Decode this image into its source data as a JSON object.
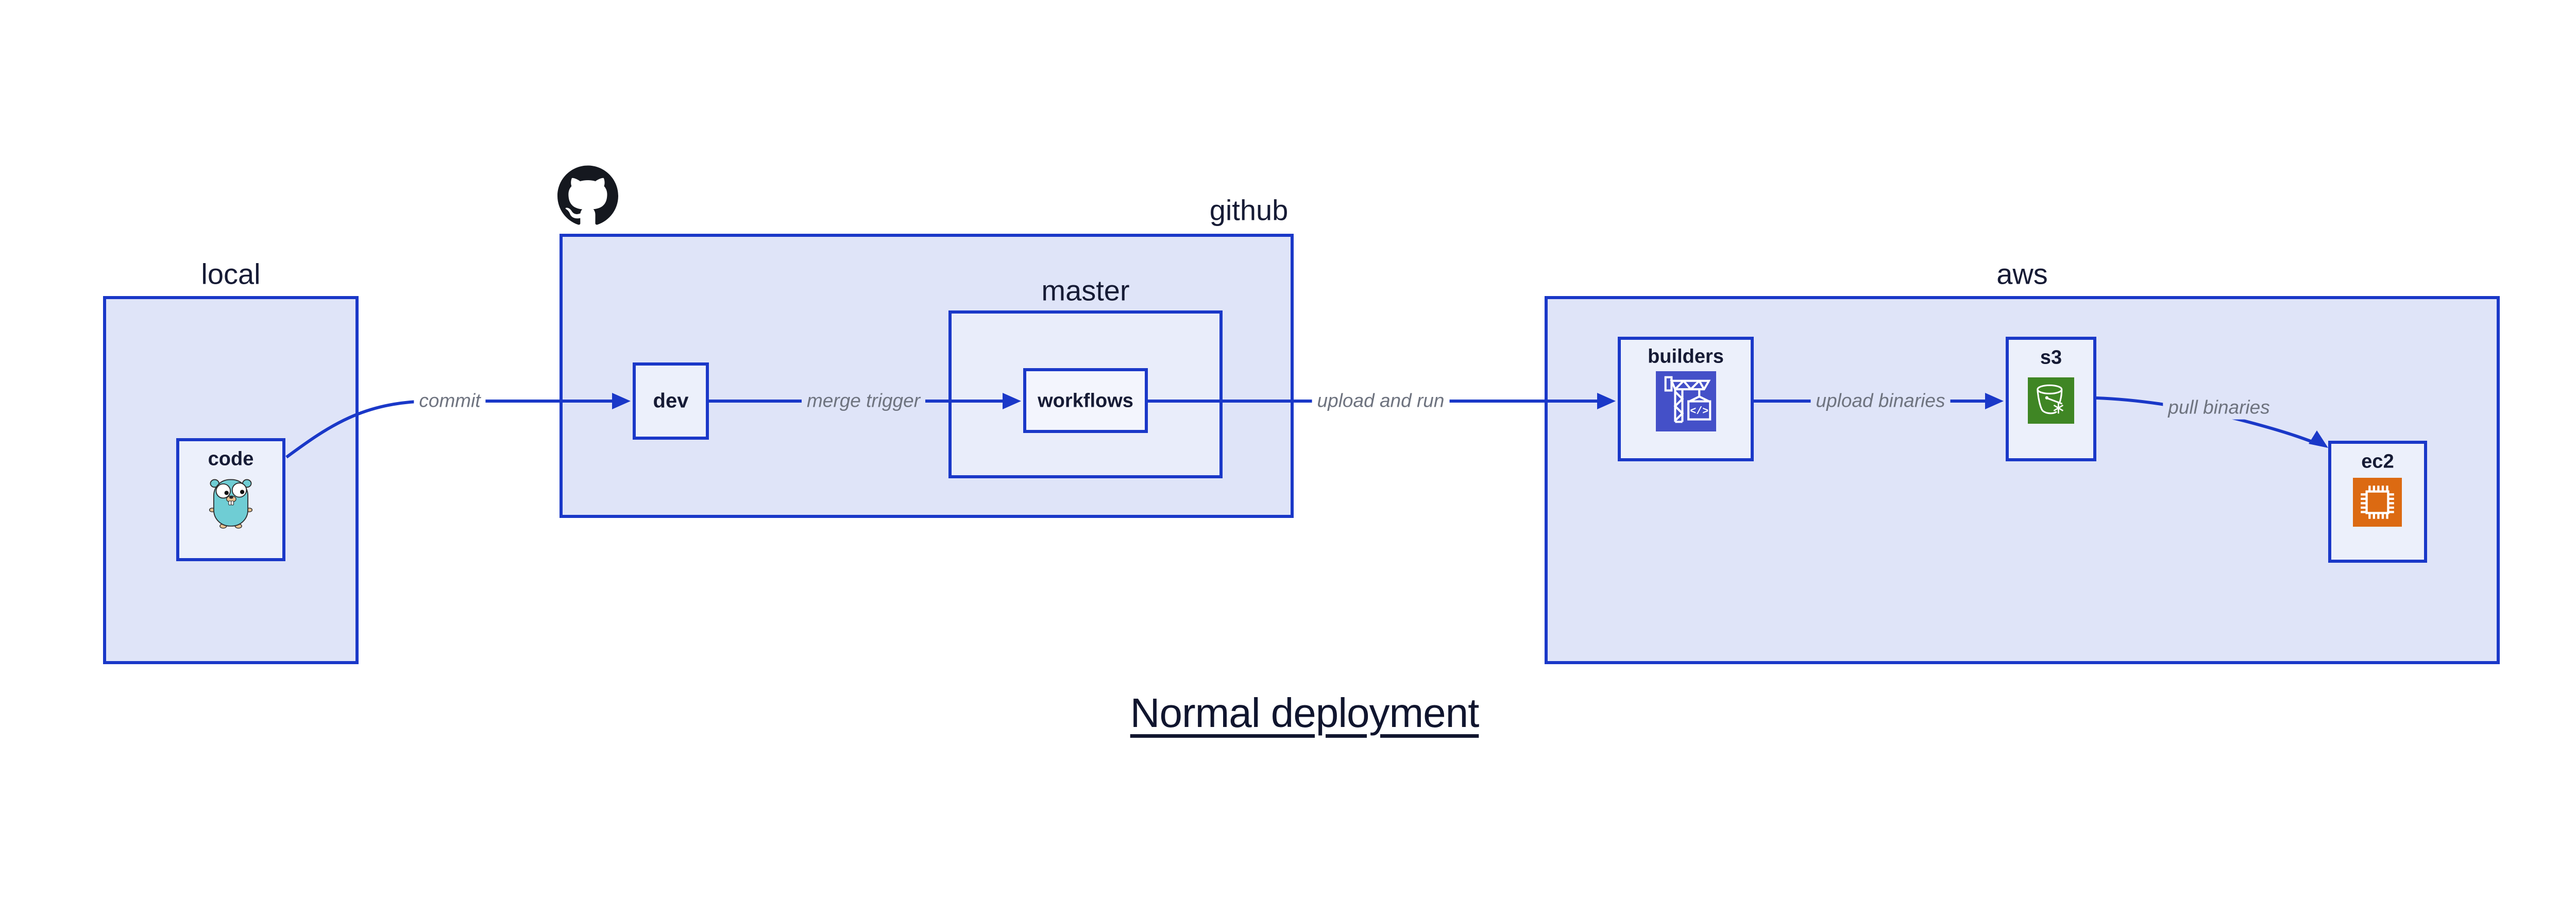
{
  "diagram_title": {
    "label": "Normal deployment"
  },
  "regions": {
    "local": {
      "label": "local"
    },
    "github": {
      "label": "github"
    },
    "master": {
      "label": "master"
    },
    "aws": {
      "label": "aws"
    }
  },
  "nodes": {
    "code": {
      "label": "code"
    },
    "dev": {
      "label": "dev"
    },
    "workflows": {
      "label": "workflows"
    },
    "builders": {
      "label": "builders"
    },
    "s3": {
      "label": "s3"
    },
    "ec2": {
      "label": "ec2"
    }
  },
  "edges": {
    "commit": {
      "label": "commit"
    },
    "merge_trigger": {
      "label": "merge trigger"
    },
    "upload_and_run": {
      "label": "upload and run"
    },
    "upload_binaries": {
      "label": "upload binaries"
    },
    "pull_binaries": {
      "label": "pull binaries"
    }
  },
  "icons": {
    "github_logo": "github-octocat",
    "code_gopher": "go-gopher",
    "builders_icon": "aws-codebuild-crane",
    "s3_icon": "aws-s3-bucket-snowflake",
    "ec2_icon": "aws-ec2-chip",
    "codebuild_glyph": "</>"
  },
  "colors": {
    "accent_blue": "#1a38c8",
    "region_fill": "#dfe4f8",
    "master_fill": "#e9edfa",
    "node_fill": "#ecf0fb",
    "workflows_fill": "#f3f5fd",
    "text_navy": "#161b35",
    "edge_label_gray": "#6e737f",
    "codebuild_indigo": "#4450c8",
    "s3_green": "#3f8624",
    "ec2_orange": "#dc6a12",
    "github_black": "#15181f",
    "gopher_teal": "#6fcdd4"
  }
}
